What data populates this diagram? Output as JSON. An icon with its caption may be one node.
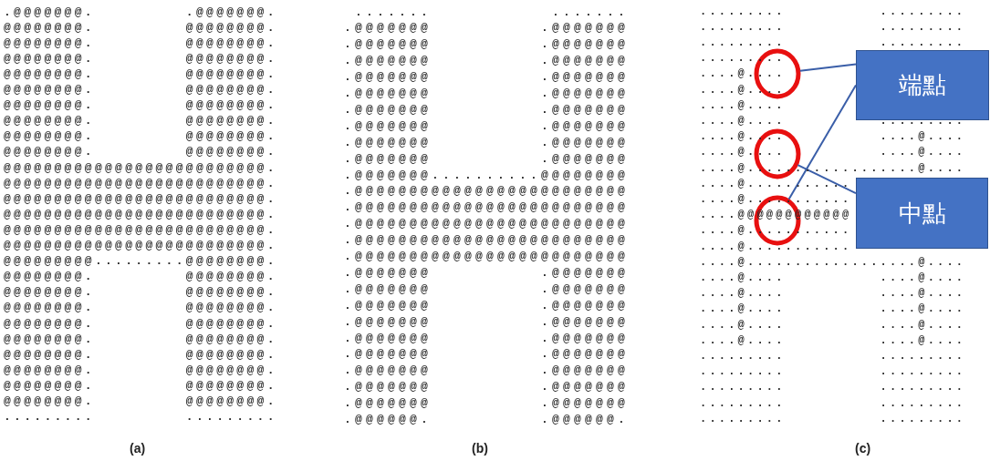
{
  "diagram": {
    "nodes": [
      {
        "text": [
          "端點"
        ]
      },
      {
        "text": [
          "中點"
        ]
      },
      {
        "text": [],
        "shape": "circle"
      },
      {
        "text": [],
        "shape": "circle"
      },
      {
        "text": [],
        "shape": "circle"
      }
    ],
    "edges": [
      {
        "from": 0,
        "to": 2,
        "arrow": "none"
      },
      {
        "from": 0,
        "to": 4,
        "arrow": "none"
      },
      {
        "from": 1,
        "to": 3,
        "arrow": "none"
      }
    ],
    "labels": [
      ".@@@@@@@.         .@@@@@@@.",
      "@@@@@@@@.         @@@@@@@@.",
      "@@@@@@@@.         @@@@@@@@.",
      "@@@@@@@@.         @@@@@@@@.",
      "@@@@@@@@.         @@@@@@@@.",
      "@@@@@@@@.         @@@@@@@@.",
      "@@@@@@@@.         @@@@@@@@.",
      "@@@@@@@@.         @@@@@@@@.",
      "@@@@@@@@.         @@@@@@@@.",
      "@@@@@@@@.         @@@@@@@@.",
      "@@@@@@@@@@@@@@@@@@@@@@@@@@.",
      "@@@@@@@@@@@@@@@@@@@@@@@@@@.",
      "@@@@@@@@@@@@@@@@@@@@@@@@@@.",
      "@@@@@@@@@@@@@@@@@@@@@@@@@@.",
      "@@@@@@@@@@@@@@@@@@@@@@@@@@.",
      "@@@@@@@@@@@@@@@@@@@@@@@@@@.",
      "@@@@@@@@@.........@@@@@@@@.",
      "@@@@@@@@.         @@@@@@@@.",
      "@@@@@@@@.         @@@@@@@@.",
      "@@@@@@@@.         @@@@@@@@.",
      "@@@@@@@@.         @@@@@@@@.",
      "@@@@@@@@.         @@@@@@@@.",
      "@@@@@@@@.         @@@@@@@@.",
      "@@@@@@@@.         @@@@@@@@.",
      "@@@@@@@@.         @@@@@@@@.",
      "@@@@@@@@.         @@@@@@@@.",
      ".........         .........",
      ".......           .......",
      ".@@@@@@@          .@@@@@@@",
      ".@@@@@@@          .@@@@@@@",
      ".@@@@@@@          .@@@@@@@",
      ".@@@@@@@          .@@@@@@@",
      ".@@@@@@@          .@@@@@@@",
      ".@@@@@@@          .@@@@@@@",
      ".@@@@@@@          .@@@@@@@",
      ".@@@@@@@          .@@@@@@@",
      ".@@@@@@@          .@@@@@@@",
      ".@@@@@@@..........@@@@@@@@",
      ".@@@@@@@@@@@@@@@@@@@@@@@@@",
      ".@@@@@@@@@@@@@@@@@@@@@@@@@",
      ".@@@@@@@@@@@@@@@@@@@@@@@@@",
      ".@@@@@@@@@@@@@@@@@@@@@@@@@",
      ".@@@@@@@@@@@@@@@@@@@@@@@@@",
      ".@@@@@@@          .@@@@@@@",
      ".@@@@@@@          .@@@@@@@",
      ".@@@@@@@          .@@@@@@@",
      ".@@@@@@@          .@@@@@@@",
      ".@@@@@@@          .@@@@@@@",
      ".@@@@@@@          .@@@@@@@",
      ".@@@@@@@          .@@@@@@@",
      ".@@@@@@@          .@@@@@@@",
      ".@@@@@@@          .@@@@@@@",
      ".@@@@@@.          .@@@@@@.",
      ".........          .........",
      ".........          .........",
      ".........          .........",
      ".........",
      "....@....",
      "....@....",
      "....@....",
      "....@....          .........",
      "....@....          ....@....",
      "....@....          ....@....",
      "....@..................@....",
      "....@...........",
      "....@...........",
      "....@@@@@@@@@@@@",
      "....@...........",
      "....@...........",
      "....@..................@....",
      "....@....          ....@....",
      "....@....          ....@....",
      "....@....          ....@....",
      "....@....          ....@....",
      "....@....          ....@....",
      ".........          .........",
      ".........          .........",
      ".........          .........",
      ".........          .........",
      ".........          .........",
      "(a)",
      "(b)",
      "(c)"
    ]
  }
}
